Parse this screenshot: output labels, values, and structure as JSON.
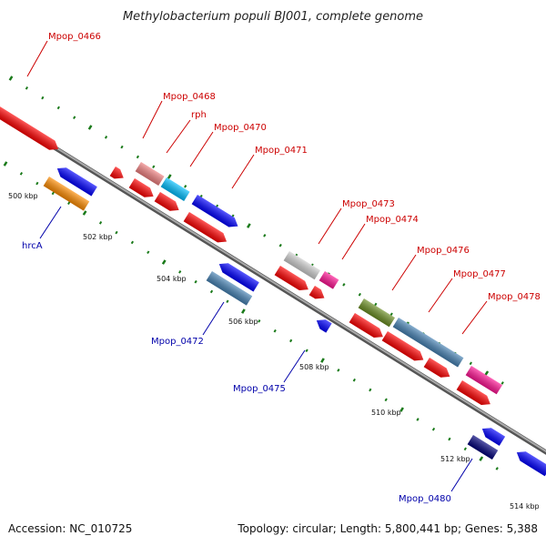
{
  "title": "Methylobacterium populi BJ001, complete genome",
  "footer": {
    "accession": "Accession: NC_010725",
    "info": "Topology: circular; Length: 5,800,441 bp; Genes: 5,388"
  },
  "colors": {
    "red": "#ff0000",
    "blue": "#0000ff",
    "navy": "#00007a",
    "orange": "#ff8c00",
    "pink": "#f08080",
    "cyan": "#00bfff",
    "grey": "#cfcfcf",
    "magenta": "#ff1493",
    "olive": "#6b8e23",
    "steel": "#4682b4",
    "label_top": "#cc0000",
    "label_bottom": "#0000aa",
    "tick": "#1a7a1a",
    "backbone": "#777777"
  },
  "kbp_labels": [
    "500 kbp",
    "502 kbp",
    "504 kbp",
    "506 kbp",
    "508 kbp",
    "510 kbp",
    "512 kbp",
    "514 kbp"
  ],
  "top_labels": [
    "Mpop_0466",
    "Mpop_0468",
    "rph",
    "Mpop_0470",
    "Mpop_0471",
    "Mpop_0473",
    "Mpop_0474",
    "Mpop_0476",
    "Mpop_0477",
    "Mpop_0478"
  ],
  "bottom_labels": [
    "hrcA",
    "Mpop_0472",
    "Mpop_0475",
    "Mpop_0480"
  ]
}
